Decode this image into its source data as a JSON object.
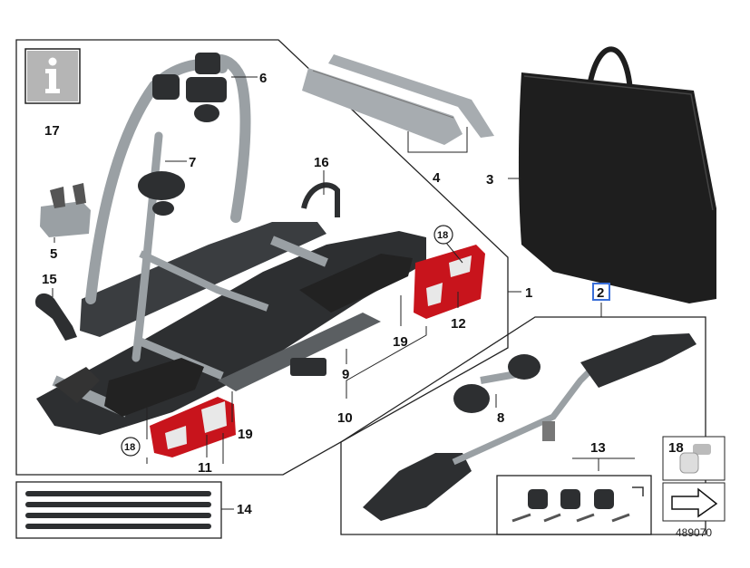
{
  "diagram": {
    "labels": {
      "p1": "1",
      "p2": "2",
      "p3": "3",
      "p4": "4",
      "p5": "5",
      "p6": "6",
      "p7": "7",
      "p8": "8",
      "p9": "9",
      "p10": "10",
      "p11": "11",
      "p12": "12",
      "p13": "13",
      "p14": "14",
      "p15": "15",
      "p16": "16",
      "p17": "17",
      "p18_top": "18",
      "p18_left": "18",
      "p18_box": "18",
      "p19_right": "19",
      "p19_left": "19"
    },
    "reference": "489070",
    "info_icon": "info-i-icon",
    "colors": {
      "frame": "#222222",
      "lamp_red": "#c8141c",
      "metal": "#9aa0a4",
      "dark_part": "#2d2f31",
      "bag": "#1e1e1e",
      "highlight": "#3a6fd8"
    }
  }
}
